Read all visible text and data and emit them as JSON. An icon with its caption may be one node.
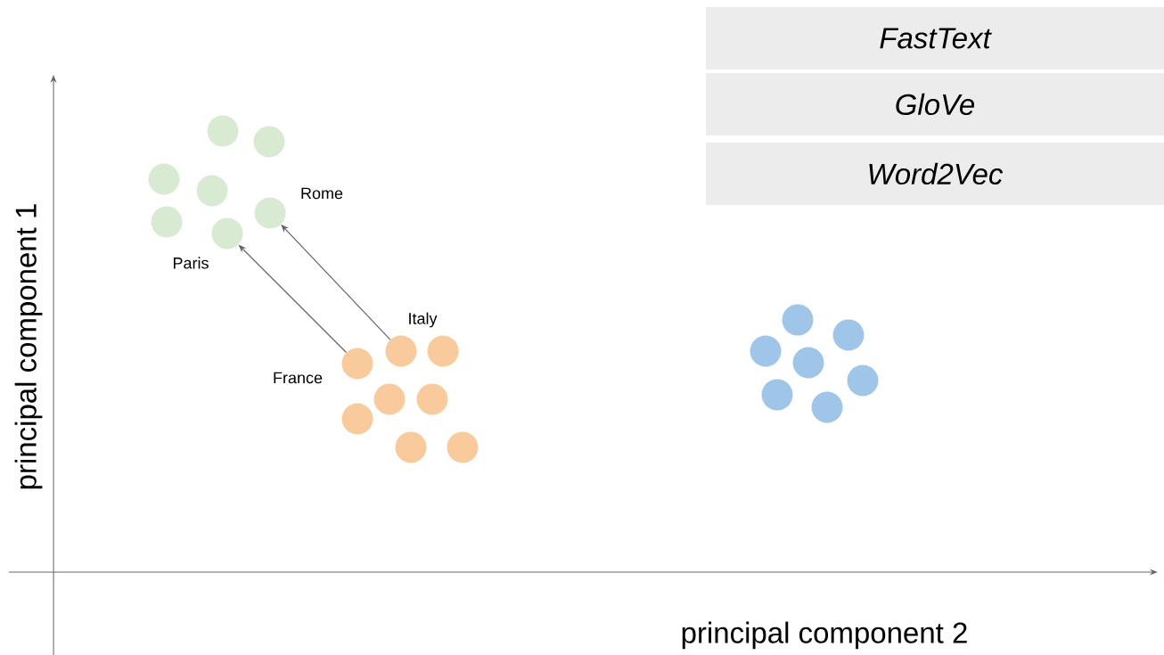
{
  "diagram": {
    "nodes": [
      {
        "text": [
          "FastText"
        ]
      },
      {
        "text": [
          "GloVe"
        ]
      },
      {
        "text": [
          "Word2Vec"
        ]
      },
      {
        "text": [],
        "shape": "circle"
      },
      {
        "text": [],
        "shape": "circle"
      },
      {
        "text": [],
        "shape": "circle"
      },
      {
        "text": [],
        "shape": "circle"
      },
      {
        "text": [],
        "shape": "circle"
      },
      {
        "text": [],
        "shape": "circle",
        "beside": [
          "Paris"
        ]
      },
      {
        "text": [],
        "shape": "circle",
        "beside": [
          "Rome"
        ]
      },
      {
        "text": [],
        "shape": "circle",
        "beside": [
          "France"
        ]
      },
      {
        "text": [],
        "shape": "circle",
        "beside": [
          "Italy"
        ]
      },
      {
        "text": [],
        "shape": "circle"
      },
      {
        "text": [],
        "shape": "circle"
      },
      {
        "text": [],
        "shape": "circle"
      },
      {
        "text": [],
        "shape": "circle"
      },
      {
        "text": [],
        "shape": "circle"
      },
      {
        "text": [],
        "shape": "circle"
      },
      {
        "text": [],
        "shape": "circle"
      },
      {
        "text": [],
        "shape": "circle"
      },
      {
        "text": [],
        "shape": "circle"
      },
      {
        "text": [],
        "shape": "circle"
      },
      {
        "text": [],
        "shape": "circle"
      },
      {
        "text": [],
        "shape": "circle"
      },
      {
        "text": [],
        "shape": "circle"
      }
    ],
    "edges": [
      {
        "from": 10,
        "to": 8,
        "arrow": "to"
      },
      {
        "from": 11,
        "to": 9,
        "arrow": "to"
      }
    ],
    "labels": [
      "principal component 1",
      "principal component 2"
    ]
  }
}
